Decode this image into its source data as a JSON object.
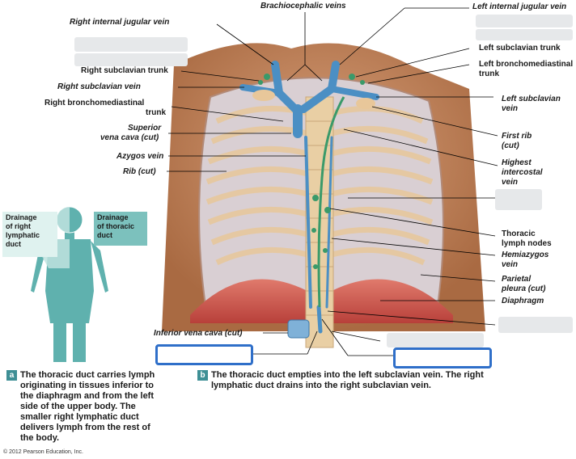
{
  "labels": {
    "brachiocephalic_veins": "Brachiocephalic veins",
    "right_internal_jugular": "Right internal jugular vein",
    "right_subclavian_trunk": "Right subclavian trunk",
    "right_subclavian_vein": "Right subclavian vein",
    "right_bronchomediastinal_l1": "Right bronchomediastinal",
    "right_bronchomediastinal_l2": "trunk",
    "svc_l1": "Superior",
    "svc_l2": "vena cava (cut)",
    "azygos": "Azygos vein",
    "rib": "Rib (cut)",
    "left_internal_jugular": "Left internal jugular vein",
    "left_subclavian_trunk": "Left subclavian trunk",
    "left_broncho_l1": "Left bronchomediastinal",
    "left_broncho_l2": "trunk",
    "left_subclavian_vein_l1": "Left subclavian",
    "left_subclavian_vein_l2": "vein",
    "first_rib_l1": "First rib",
    "first_rib_l2": "(cut)",
    "highest_l1": "Highest",
    "highest_l2": "intercostal",
    "highest_l3": "vein",
    "thoracic_nodes_l1": "Thoracic",
    "thoracic_nodes_l2": "lymph nodes",
    "hemiazygos_l1": "Hemiazygos",
    "hemiazygos_l2": "vein",
    "parietal_l1": "Parietal",
    "parietal_l2": "pleura (cut)",
    "diaphragm": "Diaphragm",
    "ivc": "Inferior vena cava (cut)"
  },
  "drainage": {
    "right_l1": "Drainage",
    "right_l2": "of right",
    "right_l3": "lymphatic",
    "right_l4": "duct",
    "thoracic_l1": "Drainage",
    "thoracic_l2": "of thoracic",
    "thoracic_l3": "duct"
  },
  "captions": {
    "a_badge": "a",
    "a_l1": "The thoracic duct carries lymph",
    "a_l2": "originating in tissues inferior to",
    "a_l3": "the diaphragm and from the left",
    "a_l4": "side of the upper body. The",
    "a_l5": "smaller right lymphatic duct",
    "a_l6": "delivers lymph from the rest of",
    "a_l7": "the body.",
    "b_badge": "b",
    "b_l1": "The thoracic duct empties into the left subclavian vein. The right",
    "b_l2": "lymphatic duct drains into the right subclavian vein."
  },
  "copyright": "© 2012 Pearson Education, Inc.",
  "colors": {
    "skin": "#c98a5e",
    "rib": "#e8c79a",
    "lung": "#d9d3d6",
    "vein": "#4b8fc4",
    "lymph": "#3a9a6a",
    "diaphragm": "#c8504a",
    "figure": "#5fb1ae",
    "highlight": "#2f6fc9"
  }
}
